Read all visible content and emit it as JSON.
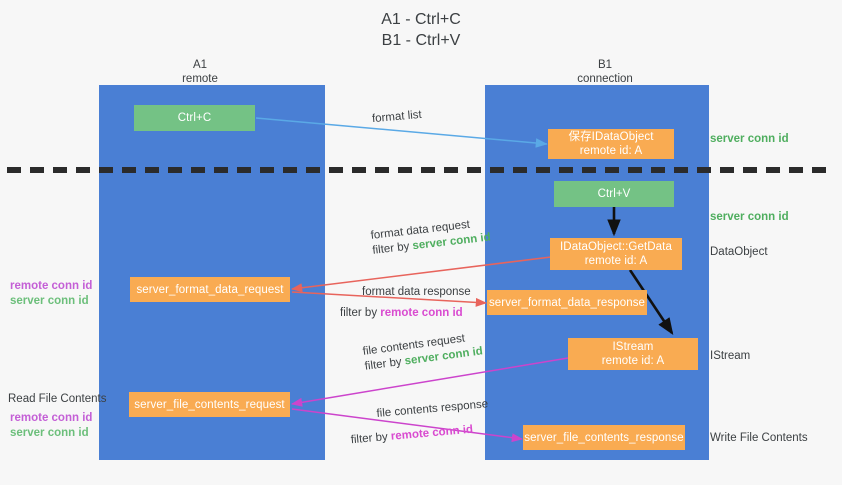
{
  "title": {
    "line1": "A1 - Ctrl+C",
    "line2": "B1 - Ctrl+V"
  },
  "columns": [
    {
      "name": "A1",
      "sublabel": "remote"
    },
    {
      "name": "B1",
      "sublabel": "connection"
    }
  ],
  "boxes": {
    "ctrl_c": {
      "line1": "Ctrl+C",
      "color": "#74c285"
    },
    "ctrl_v": {
      "line1": "Ctrl+V",
      "color": "#74c285"
    },
    "save_idataobject": {
      "line1": "保存IDataObject",
      "line2": "remote id: A",
      "color": "#f9ab52"
    },
    "idataobject_getdata": {
      "line1": "IDataObject::GetData",
      "line2": "remote id: A",
      "color": "#f9ab52"
    },
    "istream": {
      "line1": "IStream",
      "line2": "remote id: A",
      "color": "#f9ab52"
    },
    "server_format_data_request": {
      "line1": "server_format_data_request",
      "color": "#f9ab52"
    },
    "server_format_data_response": {
      "line1": "server_format_data_response",
      "color": "#f9ab52"
    },
    "server_file_contents_request": {
      "line1": "server_file_contents_request",
      "color": "#f9ab52"
    },
    "server_file_contents_response": {
      "line1": "server_file_contents_response",
      "color": "#f9ab52"
    }
  },
  "edges": {
    "format_list": {
      "label": "format list"
    },
    "format_data_request": {
      "label": "format data request",
      "filter_prefix": "filter by ",
      "filter_value": "server conn id"
    },
    "format_data_response": {
      "label": "format data response",
      "filter_prefix": "filter by ",
      "filter_value": "remote conn id"
    },
    "file_contents_request": {
      "label": "file contents request",
      "filter_prefix": "filter by ",
      "filter_value": "server conn id"
    },
    "file_contents_response": {
      "label": "file contents response",
      "filter_prefix": "filter by ",
      "filter_value": "remote conn id"
    }
  },
  "right_annotations": [
    {
      "text": "server conn id",
      "style": "green"
    },
    {
      "text": "server conn id",
      "style": "green"
    },
    {
      "text": "DataObject",
      "style": "plain"
    },
    {
      "text": "IStream",
      "style": "plain"
    },
    {
      "text": "Write File Contents",
      "style": "plain"
    }
  ],
  "left_annotations": {
    "group1": [
      {
        "text": "remote conn id",
        "style": "pink"
      },
      {
        "text": "server conn id",
        "style": "green"
      }
    ],
    "read_file_contents": "Read File Contents",
    "group2": [
      {
        "text": "remote conn id",
        "style": "pink"
      },
      {
        "text": "server conn id",
        "style": "green"
      }
    ]
  },
  "colors": {
    "lane": "#4a7fd4",
    "box_orange": "#f9ab52",
    "box_green": "#74c285",
    "accent_green": "#4fae5f",
    "accent_pink": "#d94bd0",
    "arrow_blue": "#5aa9e6",
    "arrow_red": "#e8645c",
    "arrow_magenta": "#cc44cc",
    "arrow_dark": "#111111",
    "background": "#f7f7f7"
  }
}
